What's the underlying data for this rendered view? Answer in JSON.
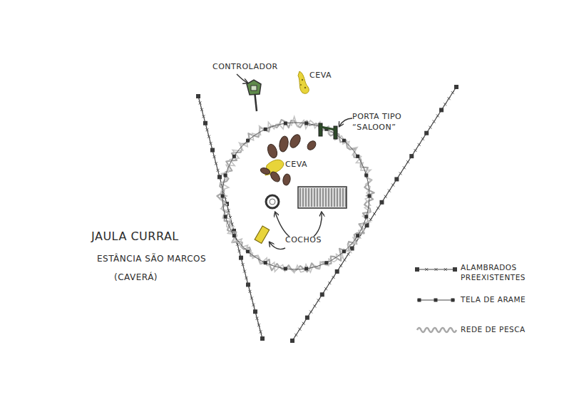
{
  "diagram": {
    "title": "JAULA CURRAL",
    "labels": [
      "ESTÂNCIA SÃO MARCOS",
      "(CAVERÁ)",
      "CONTROLADOR",
      "CEVA",
      "PORTA TIPO “SALOON”",
      "CEVA",
      "COCHOS"
    ],
    "legend": [
      {
        "text": "ALAMBRADOS PREEXISTENTES"
      },
      {
        "text": "TELA DE ARAME"
      },
      {
        "text": "REDE DE PESCA"
      }
    ]
  }
}
